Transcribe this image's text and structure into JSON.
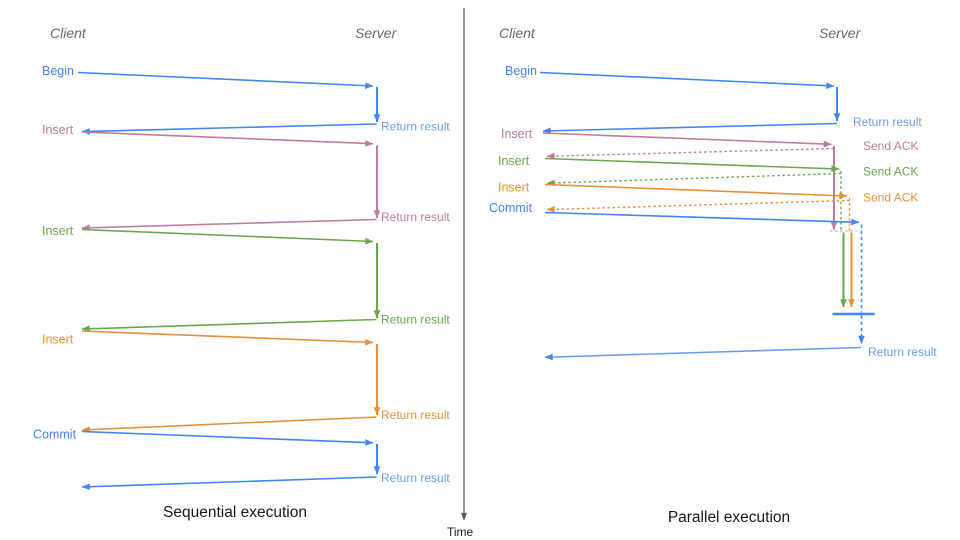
{
  "time_label": "Time",
  "sequential": {
    "title": "Sequential execution",
    "client": "Client",
    "server": "Server",
    "ops": [
      {
        "label": "Begin",
        "response": "Return result"
      },
      {
        "label": "Insert",
        "response": "Return result"
      },
      {
        "label": "Insert",
        "response": "Return result"
      },
      {
        "label": "Insert",
        "response": "Return result"
      },
      {
        "label": "Commit",
        "response": "Return result"
      }
    ]
  },
  "parallel": {
    "title": "Parallel execution",
    "client": "Client",
    "server": "Server",
    "ops": [
      {
        "label": "Begin",
        "response": "Return result"
      },
      {
        "label": "Insert",
        "response": "Send ACK"
      },
      {
        "label": "Insert",
        "response": "Send ACK"
      },
      {
        "label": "Insert",
        "response": "Send ACK"
      },
      {
        "label": "Commit",
        "response": "Return result"
      }
    ]
  },
  "colors": {
    "blue": "#4285F4",
    "light_blue": "#6D9EEB",
    "pink": "#C27BA0",
    "green": "#6AA84F",
    "orange": "#E69138",
    "axis_gray": "#595959",
    "heading_gray": "#6A6A6A"
  }
}
